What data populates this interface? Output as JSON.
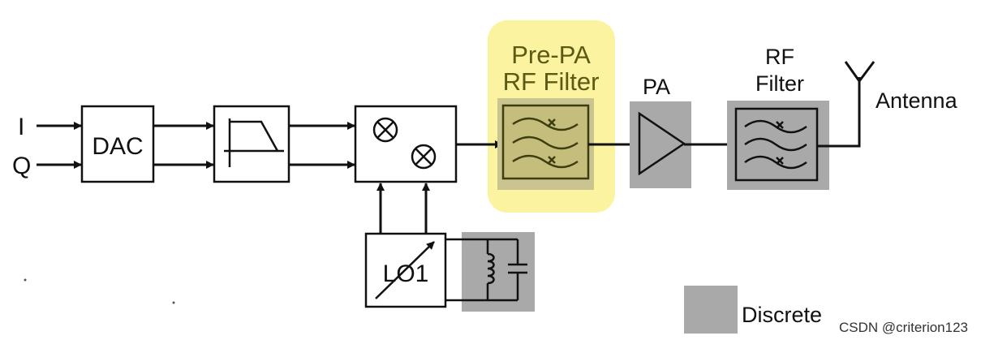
{
  "inputs": {
    "i": "I",
    "q": "Q"
  },
  "blocks": {
    "dac": "DAC",
    "lo": "LO1",
    "pa": "PA"
  },
  "labels": {
    "pre_pa_line1": "Pre-PA",
    "pre_pa_line2": "RF Filter",
    "pa": "PA",
    "rf_filter_line1": "RF",
    "rf_filter_line2": "Filter",
    "antenna": "Antenna",
    "legend_discrete": "Discrete"
  },
  "watermark": "CSDN @criterion123",
  "colors": {
    "highlight": "#fbf3a0",
    "discrete_fill": "#a9a9a9",
    "filter_box_fill": "#c4bd7c",
    "stroke": "#111111"
  }
}
